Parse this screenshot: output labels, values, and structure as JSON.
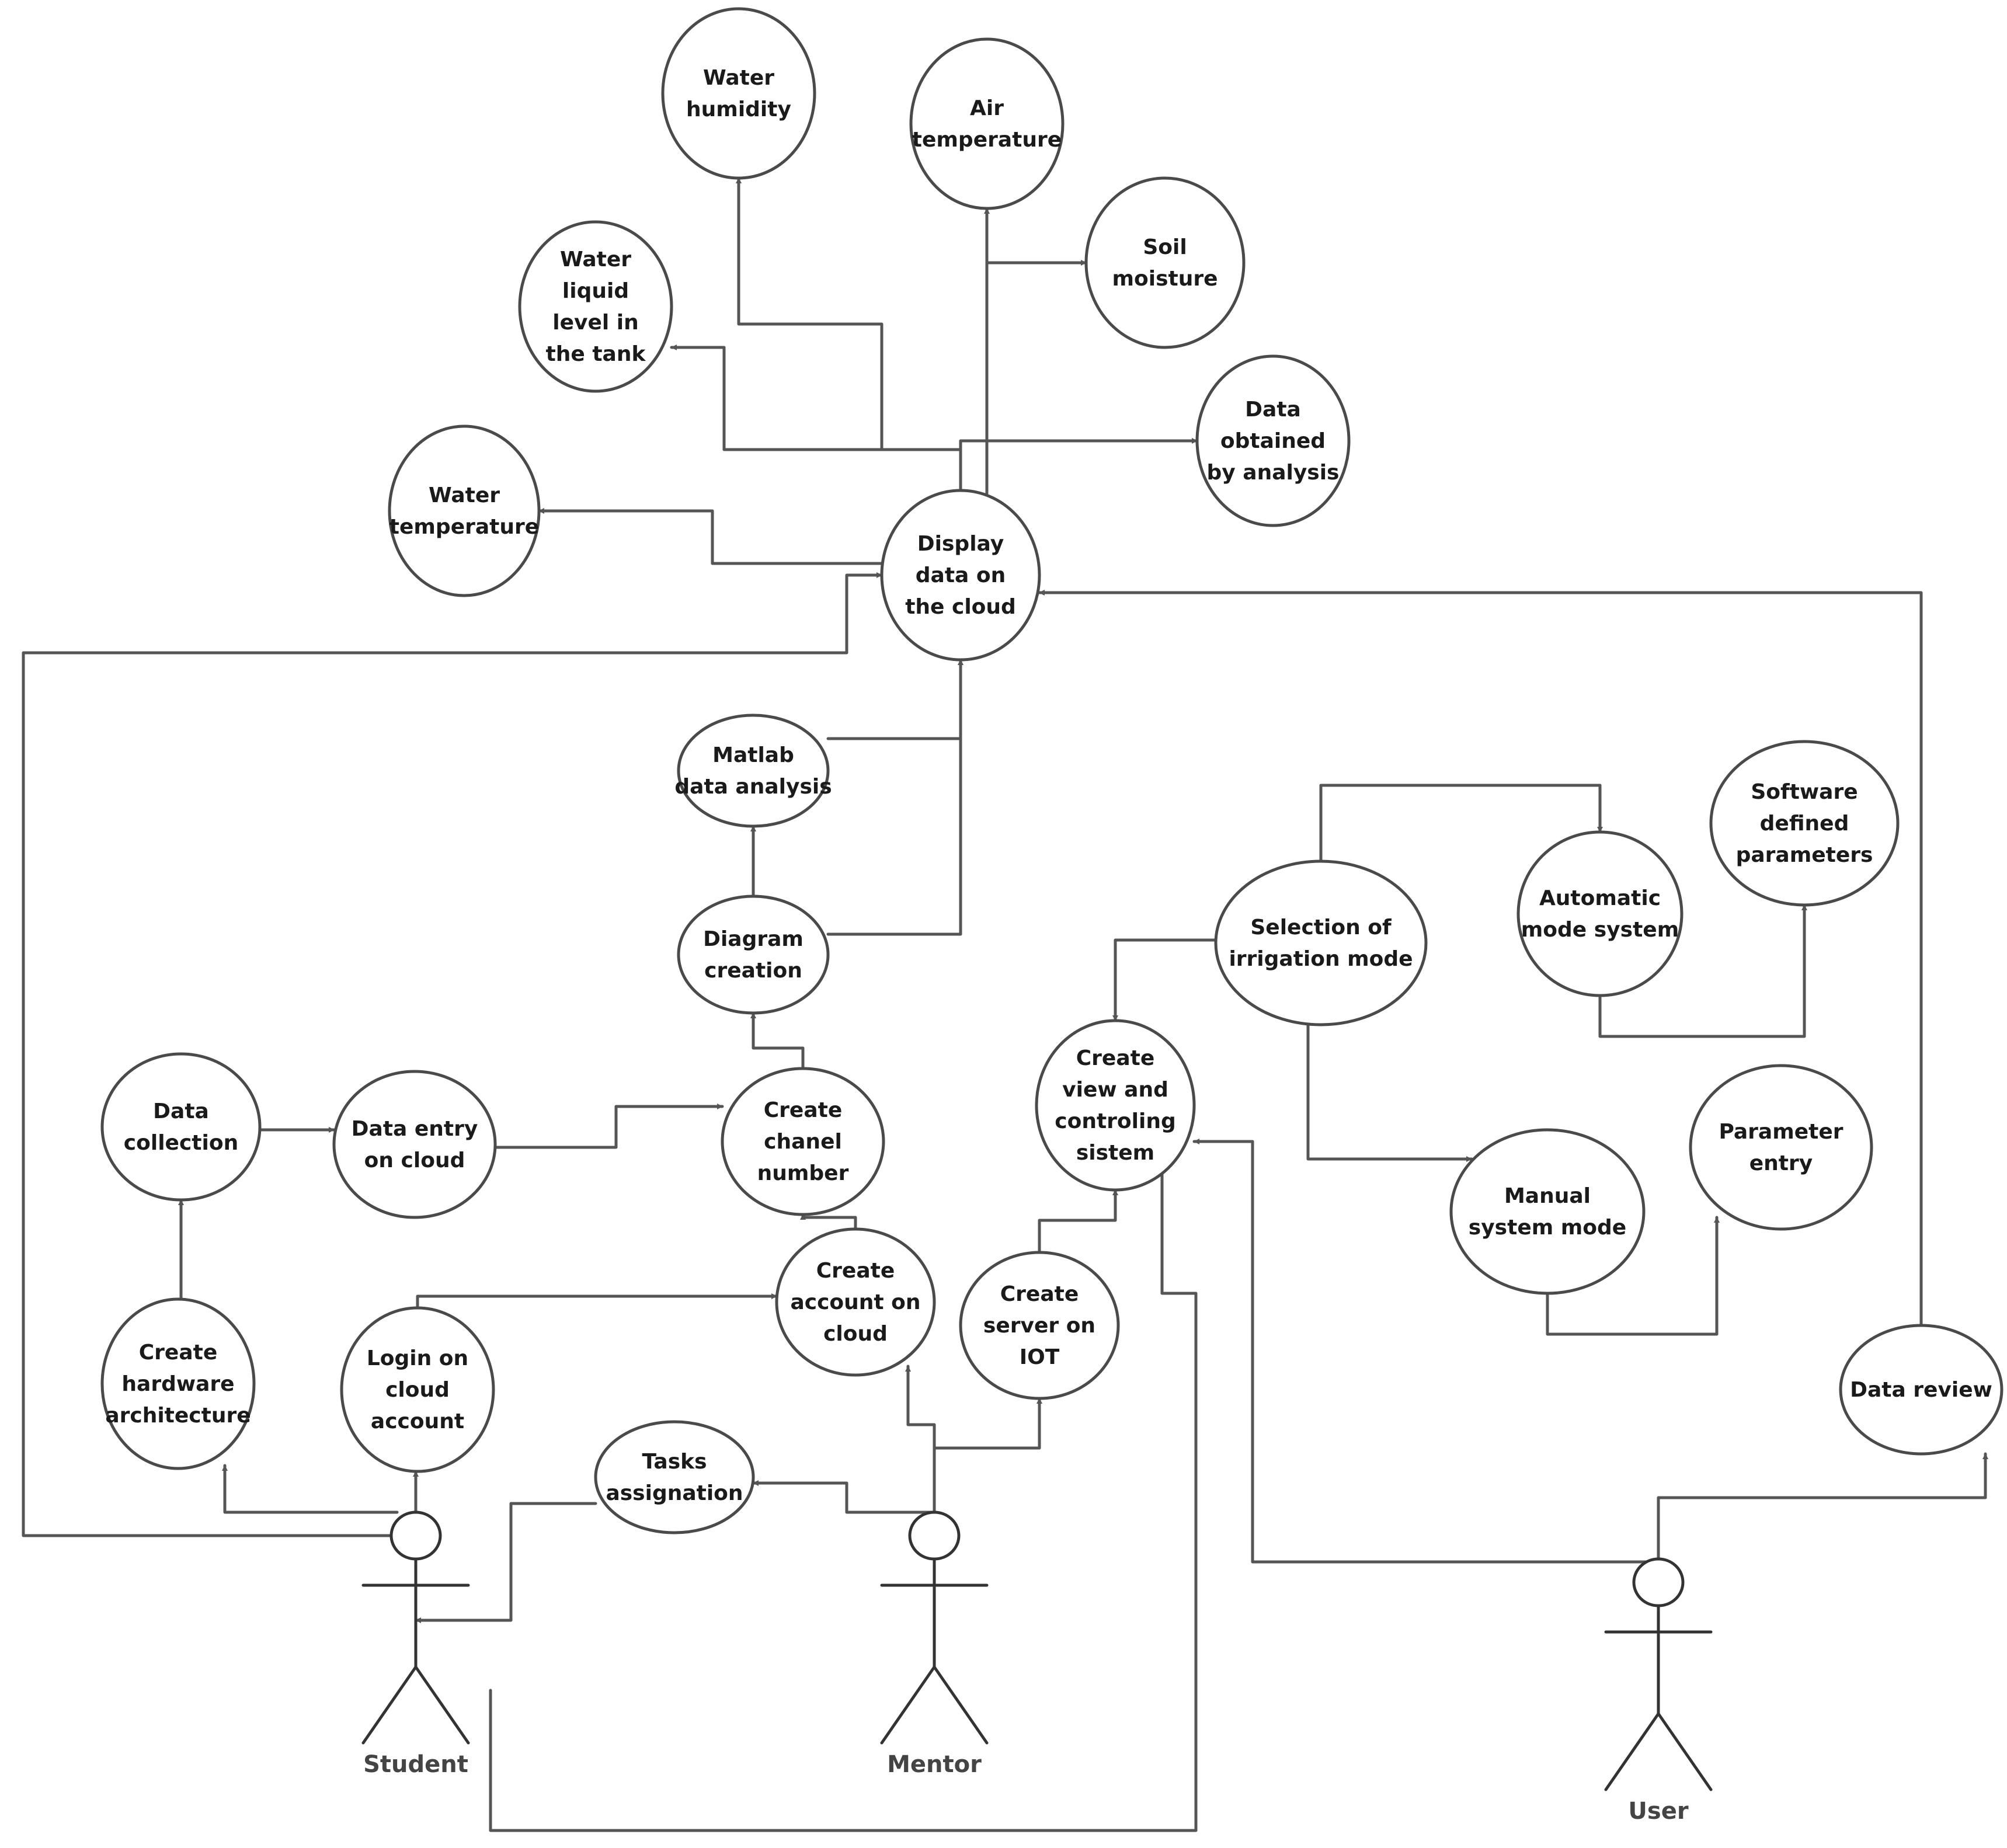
{
  "diagram": {
    "use_cases": [
      {
        "id": "water_humidity",
        "lines": [
          "Water",
          "humidity"
        ]
      },
      {
        "id": "air_temperature",
        "lines": [
          "Air",
          "temperature"
        ]
      },
      {
        "id": "soil_moisture",
        "lines": [
          "Soil",
          "moisture"
        ]
      },
      {
        "id": "water_level",
        "lines": [
          "Water",
          "liquid",
          "level in",
          "the tank"
        ]
      },
      {
        "id": "data_analysis_result",
        "lines": [
          "Data",
          "obtained",
          "by analysis"
        ]
      },
      {
        "id": "water_temperature",
        "lines": [
          "Water",
          "temperature"
        ]
      },
      {
        "id": "display_cloud",
        "lines": [
          "Display",
          "data on",
          "the cloud"
        ]
      },
      {
        "id": "matlab",
        "lines": [
          "Matlab",
          "data analysis"
        ]
      },
      {
        "id": "diagram_creation",
        "lines": [
          "Diagram",
          "creation"
        ]
      },
      {
        "id": "software_params",
        "lines": [
          "Software",
          "defined",
          "parameters"
        ]
      },
      {
        "id": "automatic_mode",
        "lines": [
          "Automatic",
          "mode system"
        ]
      },
      {
        "id": "irrigation_mode",
        "lines": [
          "Selection of",
          "irrigation mode"
        ]
      },
      {
        "id": "view_control",
        "lines": [
          "Create",
          "view and",
          "controling",
          "sistem"
        ]
      },
      {
        "id": "data_collection",
        "lines": [
          "Data",
          "collection"
        ]
      },
      {
        "id": "data_entry",
        "lines": [
          "Data entry",
          "on cloud"
        ]
      },
      {
        "id": "channel_number",
        "lines": [
          "Create",
          "chanel",
          "number"
        ]
      },
      {
        "id": "parameter_entry",
        "lines": [
          "Parameter",
          "entry"
        ]
      },
      {
        "id": "manual_mode",
        "lines": [
          "Manual",
          "system mode"
        ]
      },
      {
        "id": "create_account",
        "lines": [
          "Create",
          "account on",
          "cloud"
        ]
      },
      {
        "id": "create_server",
        "lines": [
          "Create",
          "server on",
          "IOT"
        ]
      },
      {
        "id": "hardware_arch",
        "lines": [
          "Create",
          "hardware",
          "architecture"
        ]
      },
      {
        "id": "login_cloud",
        "lines": [
          "Login on",
          "cloud",
          "account"
        ]
      },
      {
        "id": "tasks_assignation",
        "lines": [
          "Tasks",
          "assignation"
        ]
      },
      {
        "id": "data_review",
        "lines": [
          "Data review"
        ]
      }
    ],
    "actors": [
      {
        "id": "student",
        "label": "Student"
      },
      {
        "id": "mentor",
        "label": "Mentor"
      },
      {
        "id": "user",
        "label": "User"
      }
    ],
    "edges": [
      {
        "from": "display_cloud",
        "to": "water_humidity"
      },
      {
        "from": "display_cloud",
        "to": "air_temperature"
      },
      {
        "from": "display_cloud",
        "to": "soil_moisture"
      },
      {
        "from": "display_cloud",
        "to": "water_level"
      },
      {
        "from": "display_cloud",
        "to": "data_analysis_result"
      },
      {
        "from": "display_cloud",
        "to": "water_temperature"
      },
      {
        "from": "matlab",
        "to": "display_cloud"
      },
      {
        "from": "diagram_creation",
        "to": "matlab"
      },
      {
        "from": "diagram_creation",
        "to": "display_cloud"
      },
      {
        "from": "channel_number",
        "to": "diagram_creation"
      },
      {
        "from": "data_entry",
        "to": "channel_number"
      },
      {
        "from": "data_collection",
        "to": "data_entry"
      },
      {
        "from": "hardware_arch",
        "to": "data_collection"
      },
      {
        "from": "create_account",
        "to": "channel_number"
      },
      {
        "from": "login_cloud",
        "to": "create_account"
      },
      {
        "from": "create_server",
        "to": "view_control"
      },
      {
        "from": "irrigation_mode",
        "to": "view_control"
      },
      {
        "from": "irrigation_mode",
        "to": "automatic_mode"
      },
      {
        "from": "irrigation_mode",
        "to": "manual_mode"
      },
      {
        "from": "automatic_mode",
        "to": "software_params"
      },
      {
        "from": "manual_mode",
        "to": "parameter_entry"
      },
      {
        "from": "data_review",
        "to": "display_cloud"
      },
      {
        "from": "student",
        "to": "display_cloud"
      },
      {
        "from": "student",
        "to": "hardware_arch"
      },
      {
        "from": "student",
        "to": "login_cloud"
      },
      {
        "from": "login_cloud",
        "to": "student"
      },
      {
        "from": "student",
        "to": "view_control"
      },
      {
        "from": "tasks_assignation",
        "to": "student"
      },
      {
        "from": "mentor",
        "to": "tasks_assignation"
      },
      {
        "from": "mentor",
        "to": "create_account"
      },
      {
        "from": "mentor",
        "to": "create_server"
      },
      {
        "from": "user",
        "to": "view_control"
      },
      {
        "from": "user",
        "to": "data_review"
      }
    ]
  }
}
